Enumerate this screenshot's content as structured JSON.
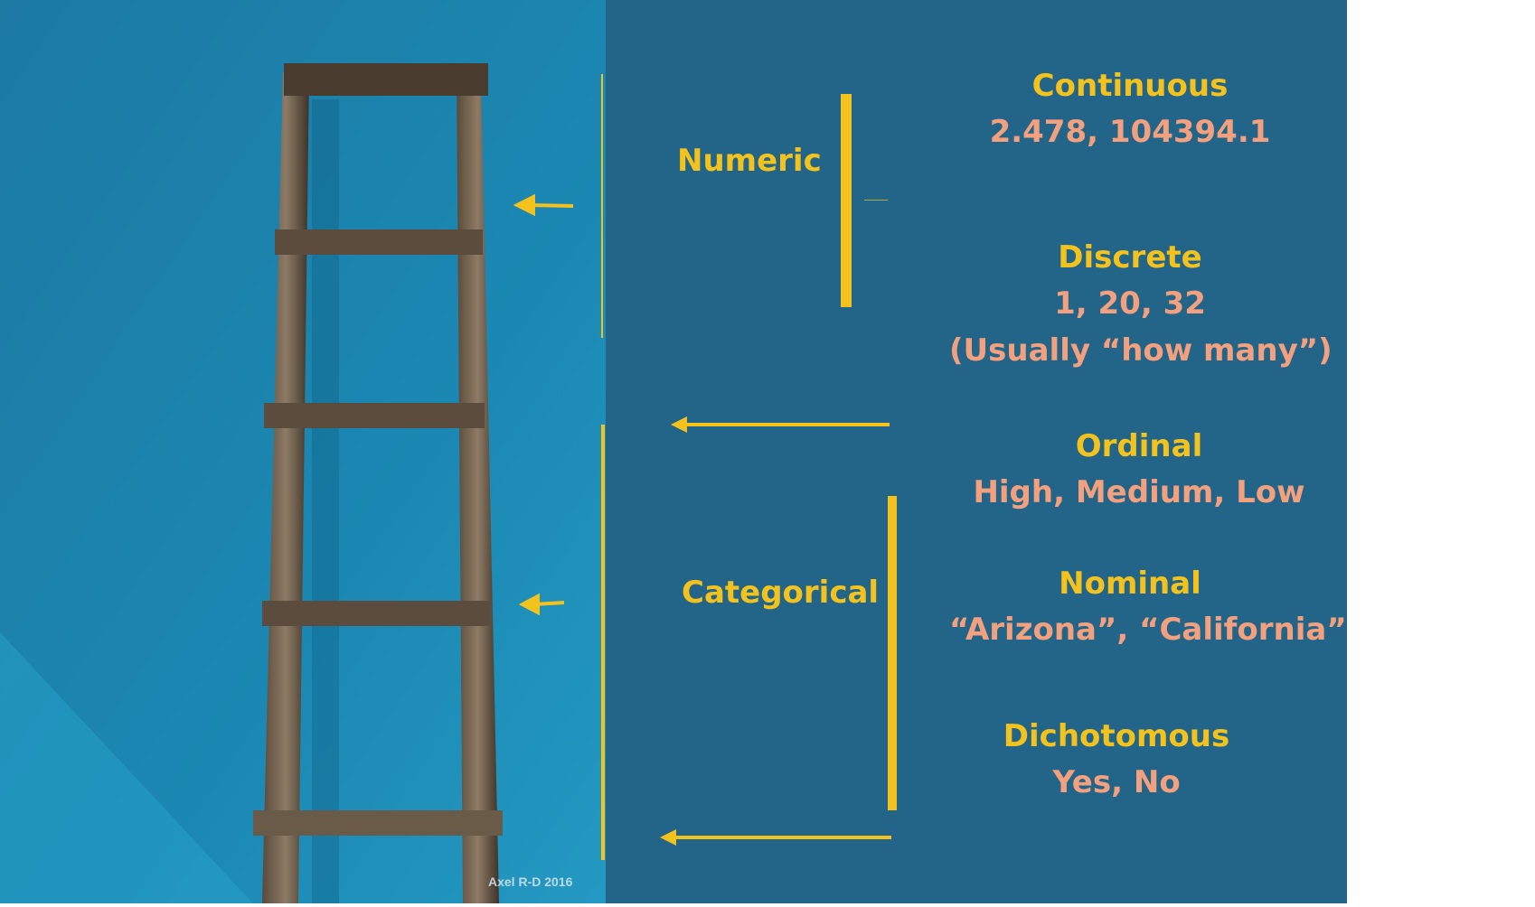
{
  "photo": {
    "credit": "Axel R-D 2016"
  },
  "groups": {
    "numeric": {
      "label": "Numeric"
    },
    "categorical": {
      "label": "Categorical"
    }
  },
  "categories": [
    {
      "title": "Continuous",
      "examples": [
        "2.478, 104394.1"
      ]
    },
    {
      "title": "Discrete",
      "examples": [
        "1, 20, 32",
        "(Usually “how many”)"
      ]
    },
    {
      "title": "Ordinal",
      "examples": [
        "High, Medium, Low"
      ]
    },
    {
      "title": "Nominal",
      "examples": [
        "“Arizona”, “California”"
      ]
    },
    {
      "title": "Dichotomous",
      "examples": [
        "Yes, No"
      ]
    }
  ],
  "colors": {
    "panel": "#236589",
    "accent": "#f4c21d",
    "example": "#f3a07e",
    "wall": "#1f7fa6"
  }
}
